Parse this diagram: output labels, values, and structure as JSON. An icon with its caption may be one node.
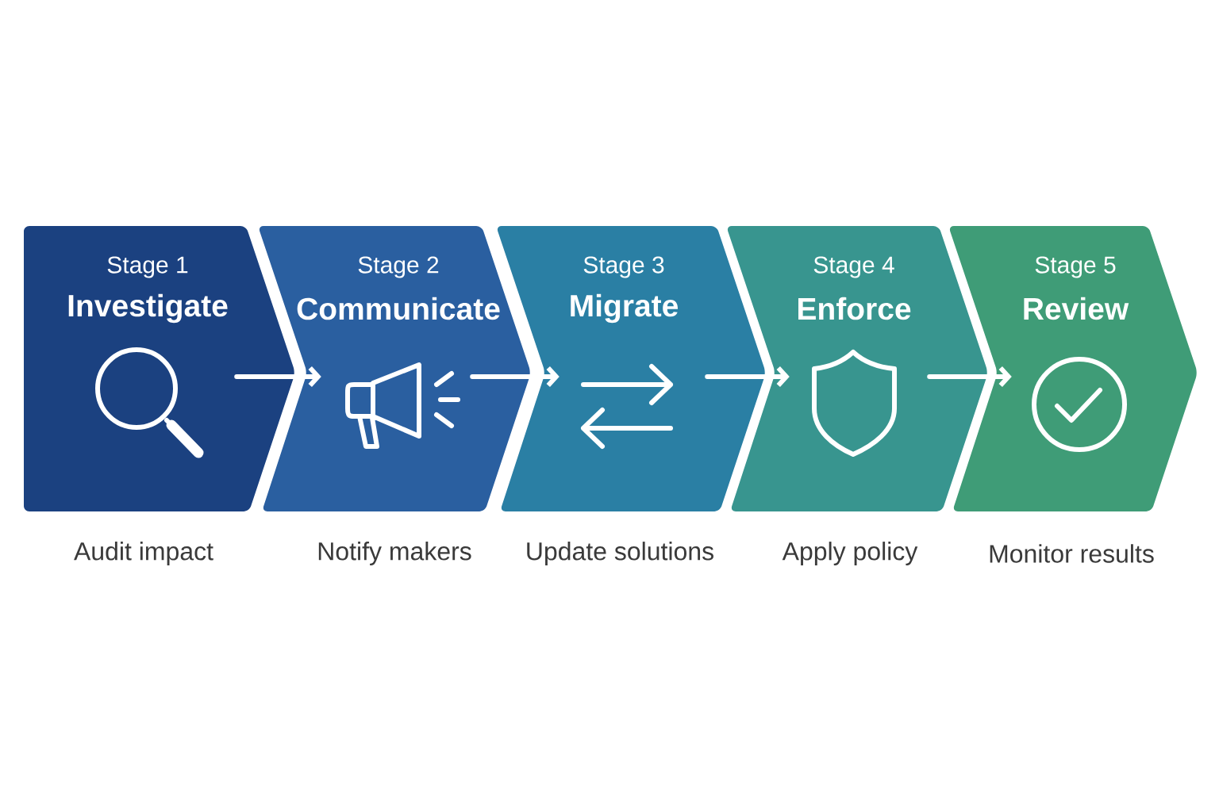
{
  "diagram": {
    "nodes": [
      {
        "text": [
          "Stage 1",
          "Investigate"
        ],
        "beside": [
          "Audit impact"
        ]
      },
      {
        "text": [
          "Stage 2",
          "Communicate"
        ],
        "beside": [
          "Notify makers"
        ]
      },
      {
        "text": [
          "Stage 3",
          "Migrate"
        ],
        "beside": [
          "Update solutions"
        ]
      },
      {
        "text": [
          "Stage 4",
          "Enforce"
        ],
        "beside": [
          "Apply policy"
        ]
      },
      {
        "text": [
          "Stage 5",
          "Review"
        ],
        "beside": [
          "Monitor results"
        ]
      }
    ],
    "edges": [
      {
        "from": 0,
        "to": 1,
        "arrow": "to"
      },
      {
        "from": 1,
        "to": 2,
        "arrow": "to"
      },
      {
        "from": 2,
        "to": 3,
        "arrow": "to"
      },
      {
        "from": 3,
        "to": 4,
        "arrow": "to"
      }
    ]
  }
}
